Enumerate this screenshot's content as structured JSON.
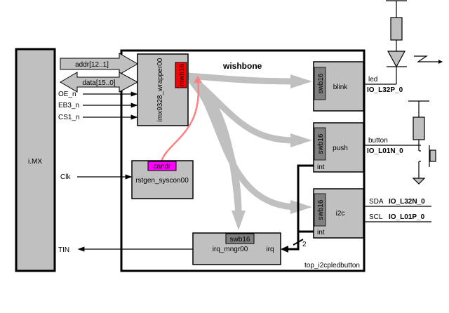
{
  "colors": {
    "block_fill": "#c0c0c0",
    "port_fill": "#808080",
    "master_port": "#ff0000",
    "syscon_port": "#ff00ff",
    "bus_arrow": "#c0c0c0",
    "clock_reset_link": "#ff8080",
    "line": "#000000"
  },
  "external": {
    "cpu_label": "i.MX",
    "signals_in": [
      "OE_n",
      "EB3_n",
      "CS1_n"
    ],
    "addr_bus": "addr[12..1]",
    "data_bus": "data[15..0]",
    "clk": "Clk",
    "tin": "TIN"
  },
  "top": {
    "name": "top_i2cpledbutton",
    "bus_label": "wishbone"
  },
  "blocks": {
    "wrapper": {
      "name": "imx9328_wrapper00",
      "port": "mwb16"
    },
    "syscon": {
      "name": "rstgen_syscon00",
      "port": "candr"
    },
    "irq": {
      "name": "irq_mngr00",
      "port": "swb16",
      "in_label": "irq",
      "bus_width": "2"
    },
    "blink": {
      "name": "blink",
      "port": "swb16"
    },
    "push": {
      "name": "push",
      "port": "swb16",
      "int_label": "int"
    },
    "i2c": {
      "name": "i2c",
      "port": "swb16",
      "int_label": "int"
    }
  },
  "io": {
    "led": {
      "signal": "led",
      "pin": "IO_L32P_0"
    },
    "button": {
      "signal": "button",
      "pin": "IO_L01N_0"
    },
    "sda": {
      "signal": "SDA",
      "pin": "IO_L32N_0"
    },
    "scl": {
      "signal": "SCL",
      "pin": "IO_L01P_0"
    }
  }
}
